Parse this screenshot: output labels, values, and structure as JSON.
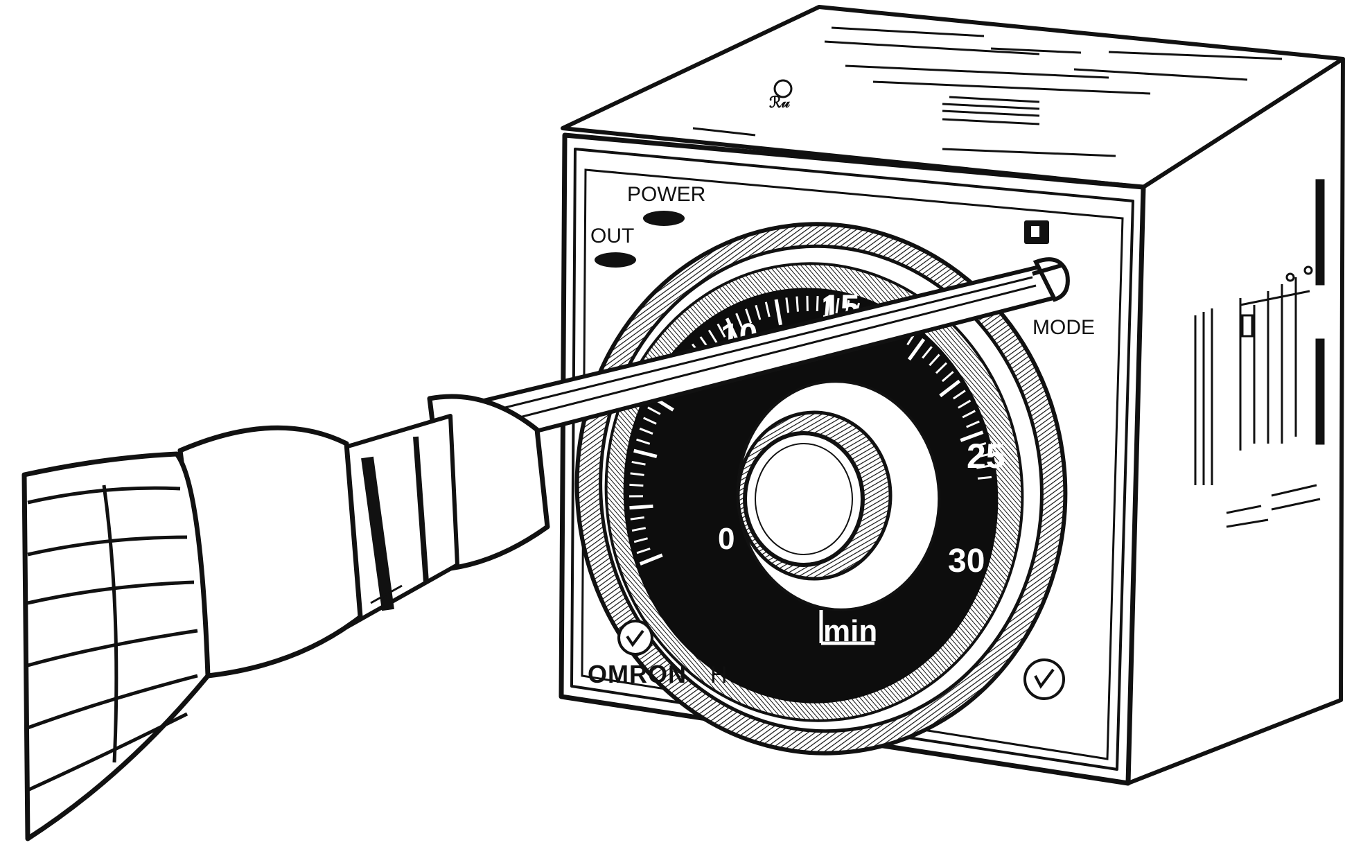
{
  "labels": {
    "power": "POWER",
    "out": "OUT",
    "mode": "MODE",
    "brand": "OMRON",
    "model_letter": "H",
    "unit": "min"
  },
  "dial_numbers": [
    "0",
    "10",
    "15",
    "25",
    "30"
  ],
  "colors": {
    "ink": "#111111",
    "paper": "#ffffff",
    "dial_face": "#0d0d0d"
  }
}
